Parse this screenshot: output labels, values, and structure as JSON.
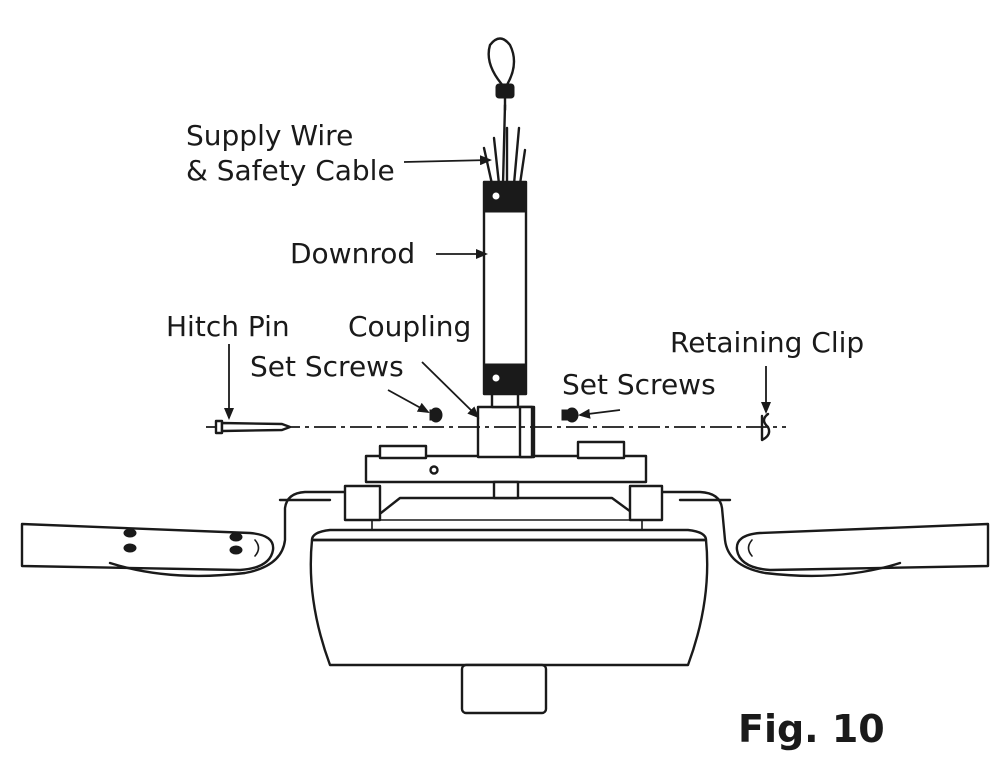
{
  "figure": {
    "caption": "Fig. 10"
  },
  "labels": {
    "supply_wire_line1": "Supply Wire",
    "supply_wire_line2": "& Safety Cable",
    "downrod": "Downrod",
    "hitch_pin": "Hitch Pin",
    "coupling": "Coupling",
    "set_screws_left": "Set Screws",
    "set_screws_right": "Set Screws",
    "retaining_clip": "Retaining Clip"
  }
}
